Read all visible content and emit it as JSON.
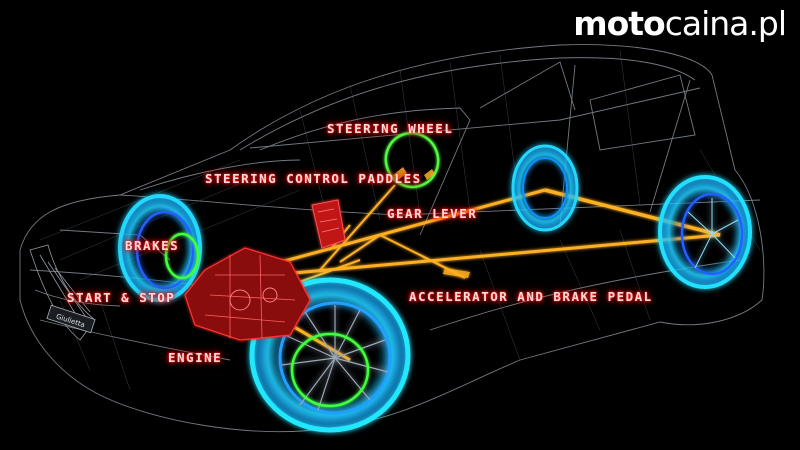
{
  "brand": {
    "part1": "moto",
    "part2": "caina.pl"
  },
  "labels": {
    "steering_wheel": "STEERING WHEEL",
    "steering_paddles": "STEERING CONTROL PADDLES",
    "gear_lever": "GEAR LEVER",
    "brakes": "BRAKES",
    "start_stop": "START & STOP",
    "accelerator": "ACCELERATOR AND BRAKE PEDAL",
    "engine": "ENGINE"
  },
  "front_plate": "Giulietta",
  "colors": {
    "background": "#000000",
    "wireframe": "#bcc4cc",
    "beam": "#ffb020",
    "wheel_glow": "#1ec8ff",
    "brake_ring": "#40ff40",
    "label_glow": "#ff2020"
  }
}
